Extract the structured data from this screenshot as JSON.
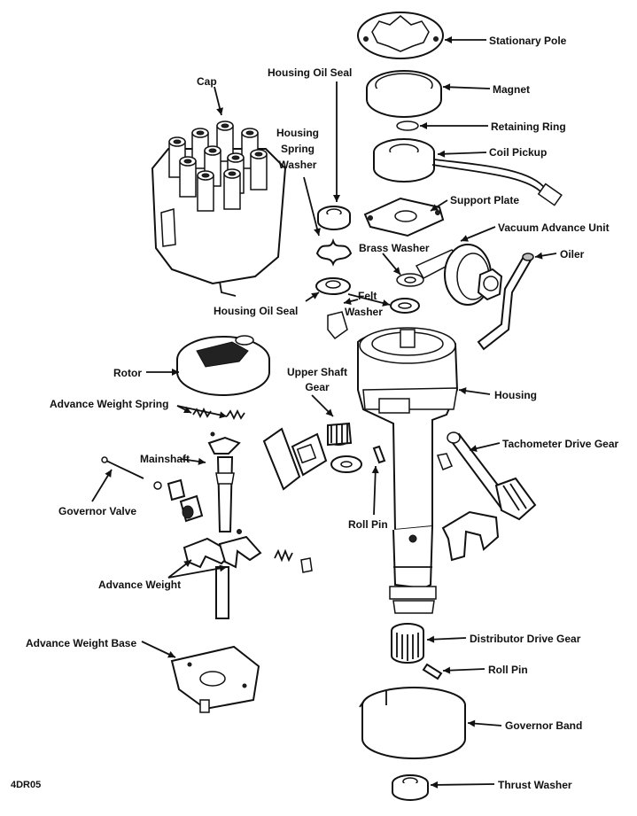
{
  "labels": {
    "stationary_pole": "Stationary Pole",
    "magnet": "Magnet",
    "retaining_ring": "Retaining Ring",
    "coil_pickup": "Coil Pickup",
    "support_plate": "Support Plate",
    "vacuum_advance_unit": "Vacuum Advance Unit",
    "oiler": "Oiler",
    "brass_washer": "Brass Washer",
    "felt": "Felt",
    "washer": "Washer",
    "housing_oil_seal_top": "Housing Oil Seal",
    "housing_oil_seal_mid": "Housing Oil Seal",
    "cap": "Cap",
    "housing_spring_washer_1": "Housing",
    "housing_spring_washer_2": "Spring",
    "housing_spring_washer_3": "Washer",
    "rotor": "Rotor",
    "upper_shaft_gear_1": "Upper Shaft",
    "upper_shaft_gear_2": "Gear",
    "housing": "Housing",
    "advance_weight_spring": "Advance Weight Spring",
    "tachometer_drive_gear": "Tachometer Drive Gear",
    "mainshaft": "Mainshaft",
    "governor_valve": "Governor Valve",
    "roll_pin_upper": "Roll Pin",
    "advance_weight": "Advance Weight",
    "advance_weight_base": "Advance Weight Base",
    "distributor_drive_gear": "Distributor Drive Gear",
    "roll_pin_lower": "Roll Pin",
    "governor_band": "Governor Band",
    "thrust_washer": "Thrust Washer",
    "figure_code": "4DR05"
  }
}
